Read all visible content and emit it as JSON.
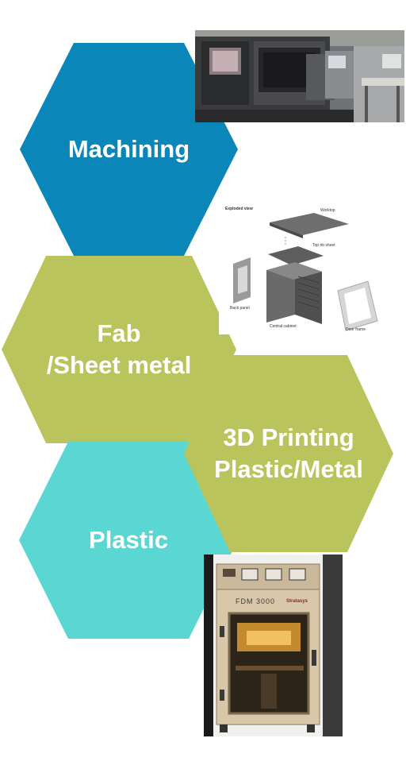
{
  "colors": {
    "machining": "#0b86b8",
    "fab": "#b9c45c",
    "printing": "#b9c45c",
    "plastic": "#5ad7d2"
  },
  "hexagons": [
    {
      "id": "machining",
      "label": "Machining"
    },
    {
      "id": "fab",
      "label": "Fab\n/Sheet metal"
    },
    {
      "id": "printing",
      "label": "3D Printing\nPlastic/Metal"
    },
    {
      "id": "plastic",
      "label": "Plastic"
    }
  ],
  "photos": {
    "cnc_machine": {
      "icon": "cnc-lathe-photo"
    },
    "sheet_metal": {
      "icon": "exploded-view-diagram",
      "labels": [
        "Exploded view",
        "Worktop",
        "Top rib sheet",
        "Back panel",
        "Central cabinet",
        "Door frame"
      ]
    },
    "fdm_printer": {
      "icon": "3d-printer-photo",
      "model": "FDM 3000",
      "brand": "Stratasys"
    }
  }
}
